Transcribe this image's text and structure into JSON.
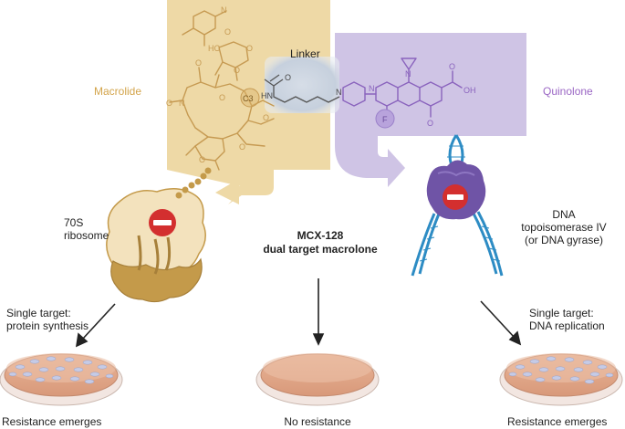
{
  "linker": {
    "label": "Linker"
  },
  "macrolide": {
    "label": "Macrolide",
    "site_label": "C3"
  },
  "quinolone": {
    "label": "Quinolone",
    "site_label": "F"
  },
  "ribosome": {
    "line1": "70S",
    "line2": "ribosome"
  },
  "topo": {
    "line1": "DNA",
    "line2": "topoisomerase IV",
    "line3": "(or DNA gyrase)"
  },
  "macrolone": {
    "line1": "MCX-128",
    "line2": "dual target macrolone"
  },
  "left_target": {
    "line1": "Single target:",
    "line2": "protein synthesis"
  },
  "right_target": {
    "line1": "Single target:",
    "line2": "DNA replication"
  },
  "outcomes": {
    "left": "Resistance emerges",
    "middle": "No resistance",
    "right": "Resistance emerges"
  },
  "chem": {
    "macrolide_atoms": [
      "N",
      "HO",
      "O",
      "O",
      "O",
      "O",
      "N",
      "O",
      "O",
      "O",
      "O",
      "O"
    ],
    "linker_atoms": [
      "O",
      "HN",
      "N"
    ],
    "quinolone_atoms": [
      "N",
      "N",
      "O",
      "OH",
      "O",
      "F"
    ]
  },
  "colors": {
    "macrolide_fill": "#eed9a6",
    "macrolide_text": "#d3a44b",
    "quinolone_fill": "#cfc4e5",
    "quinolone_text": "#9a66c4",
    "linker_fill": "#c9d2de",
    "ribosome": "#c49a4a",
    "stop_red": "#d32f2f",
    "dna_blue": "#2d8cc4",
    "topo_purple": "#6f54a6",
    "dish_fill": "#e5ad8e"
  }
}
